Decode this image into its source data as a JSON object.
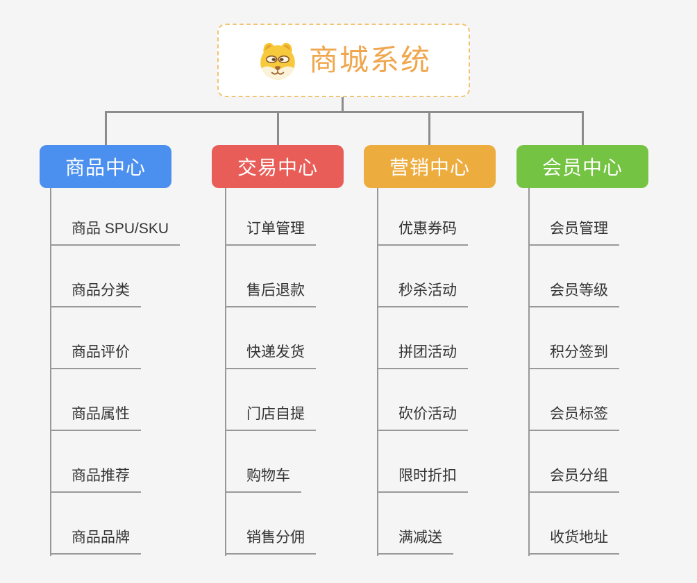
{
  "root": {
    "title": "商城系统",
    "icon": "dog-face-icon"
  },
  "branches": [
    {
      "label": "商品中心",
      "color": "#4b90ee",
      "items": [
        "商品 SPU/SKU",
        "商品分类",
        "商品评价",
        "商品属性",
        "商品推荐",
        "商品品牌"
      ]
    },
    {
      "label": "交易中心",
      "color": "#e85d58",
      "items": [
        "订单管理",
        "售后退款",
        "快递发货",
        "门店自提",
        "购物车",
        "销售分佣"
      ]
    },
    {
      "label": "营销中心",
      "color": "#edac3e",
      "items": [
        "优惠券码",
        "秒杀活动",
        "拼团活动",
        "砍价活动",
        "限时折扣",
        "满减送"
      ]
    },
    {
      "label": "会员中心",
      "color": "#74c342",
      "items": [
        "会员管理",
        "会员等级",
        "积分签到",
        "会员标签",
        "会员分组",
        "收货地址"
      ]
    }
  ],
  "style": {
    "background": "#f5f5f6",
    "root_text_color": "#f0a64c",
    "root_border_color": "#f2c275",
    "connector_color": "#8c8c8c",
    "leaf_line_color": "#999999",
    "leaf_text_color": "#333333"
  }
}
